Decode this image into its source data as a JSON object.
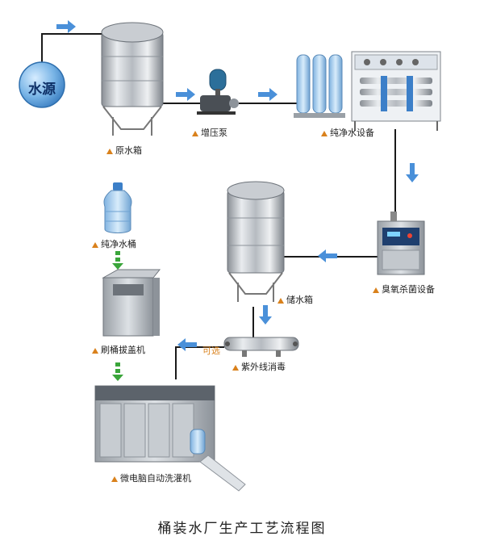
{
  "title": "桶装水厂生产工艺流程图",
  "source": "水源",
  "optional": "可选",
  "labels": {
    "raw_tank": "原水箱",
    "booster_pump": "增压泵",
    "pure_equipment": "纯净水设备",
    "ozone": "臭氧杀菌设备",
    "storage_tank": "储水箱",
    "uv": "紫外线消毒",
    "bucket": "纯净水桶",
    "decapper": "刷桶拔盖机",
    "filler": "微电脑自动洗灌机"
  },
  "colors": {
    "flow_arrow": "#4a90d9",
    "bucket_arrow": "#3aa53a",
    "label_marker": "#d9811c",
    "source_circle": "#5aa0d8"
  }
}
